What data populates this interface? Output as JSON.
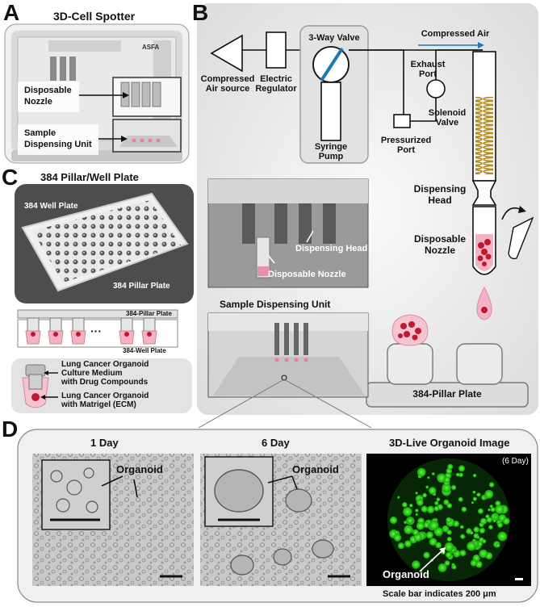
{
  "panels": {
    "a": {
      "letter": "A",
      "title": "3D-Cell Spotter",
      "brand": "ASFA",
      "callout_nozzle": [
        "Disposable",
        "Nozzle"
      ],
      "callout_unit": [
        "Sample",
        "Dispensing Unit"
      ]
    },
    "b": {
      "letter": "B",
      "air_source": [
        "Compressed",
        "Air source"
      ],
      "regulator": [
        "Electric",
        "Regulator"
      ],
      "valve3": "3-Way Valve",
      "pump": [
        "Syringe",
        "Pump"
      ],
      "compressed_air": "Compressed Air",
      "exhaust": [
        "Exhaust",
        "Port"
      ],
      "pressurized": [
        "Pressurized",
        "Port"
      ],
      "solenoid": [
        "Solenoid",
        "Valve"
      ],
      "dispensing_head": [
        "Dispensing",
        "Head"
      ],
      "disposable_nozzle": [
        "Disposable",
        "Nozzle"
      ],
      "photo_head": "Dispensing Head",
      "photo_nozzle": "Disposable Nozzle",
      "unit_title": "Sample Dispensing Unit",
      "plate": "384-Pillar Plate"
    },
    "c": {
      "letter": "C",
      "title": "384 Pillar/Well Plate",
      "well_plate": "384 Well Plate",
      "pillar_plate": "384 Pillar Plate",
      "schematic_pillar": "384-Pillar Plate",
      "schematic_well": "384-Well Plate",
      "ellipsis": "···",
      "legend1": [
        "Lung Cancer Organoid",
        "Culture Medium",
        "with Drug Compounds"
      ],
      "legend2": [
        "Lung Cancer Organoid",
        "with Matrigel (ECM)"
      ]
    },
    "d": {
      "letter": "D",
      "day1": "1 Day",
      "day6": "6 Day",
      "live_title": "3D-Live Organoid Image",
      "organoid_label": "Organoid",
      "six_day_tag": "(6 Day)",
      "scale_note": "Scale bar indicates 200 μm"
    }
  },
  "colors": {
    "tube_blue": "#1f77b4",
    "pink": "#f2a0b5",
    "red_cells": "#c0182c",
    "coil": "#d8b04a",
    "fluor_green": "#33dd22",
    "gray_bg": "#e6e6e6"
  }
}
